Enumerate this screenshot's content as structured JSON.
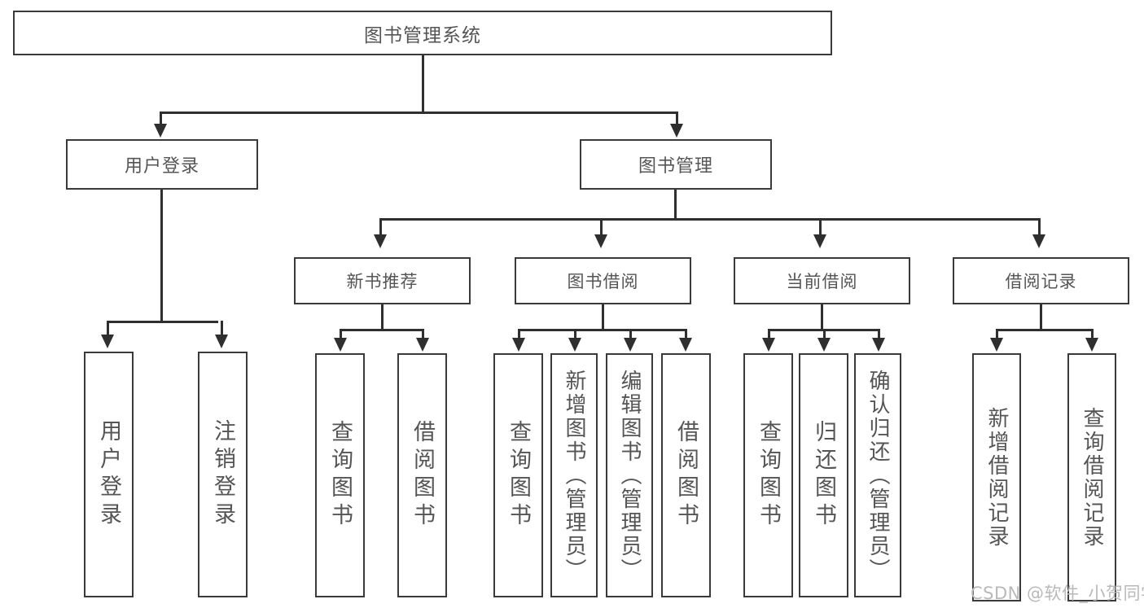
{
  "diagram": {
    "title": "图书管理系统",
    "type": "tree-hierarchy",
    "root": {
      "label": "图书管理系统"
    },
    "level2": [
      {
        "label": "用户登录"
      },
      {
        "label": "图书管理"
      }
    ],
    "level3": [
      {
        "label": "新书推荐"
      },
      {
        "label": "图书借阅"
      },
      {
        "label": "当前借阅"
      },
      {
        "label": "借阅记录"
      }
    ],
    "leaves": {
      "user_login": [
        {
          "label": "用户登录"
        },
        {
          "label": "注销登录"
        }
      ],
      "new_book_recommend": [
        {
          "label": "查询图书"
        },
        {
          "label": "借阅图书"
        }
      ],
      "book_borrow": [
        {
          "label": "查询图书"
        },
        {
          "label": "新增图书（管理员）"
        },
        {
          "label": "编辑图书（管理员）"
        },
        {
          "label": "借阅图书"
        }
      ],
      "current_borrow": [
        {
          "label": "查询图书"
        },
        {
          "label": "归还图书"
        },
        {
          "label": "确认归还（管理员）"
        }
      ],
      "borrow_records": [
        {
          "label": "新增借阅记录"
        },
        {
          "label": "查询借阅记录"
        }
      ]
    }
  },
  "watermark": {
    "text": "CSDN @软件_小贺同学"
  },
  "colors": {
    "box_border": "#3a3a3a",
    "connector": "#2f2f2f",
    "text": "#555555",
    "background": "#ffffff",
    "watermark": "#b9b9b9"
  }
}
